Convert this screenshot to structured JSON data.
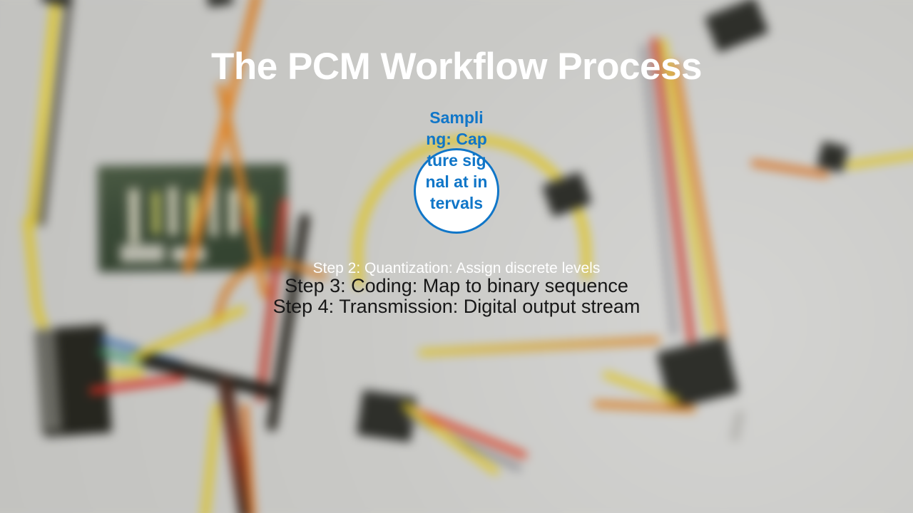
{
  "slide": {
    "title": "The PCM Workflow Process",
    "background_color": "#cbcbc9",
    "background_description": "blurred-wiring-harness-photo"
  },
  "diagram": {
    "node": {
      "label": "Sampling: Capture signal at intervals",
      "shape": "circle",
      "fill_color": "#ffffff",
      "border_color": "#1076c8",
      "text_color": "#1076c8"
    },
    "steps": [
      {
        "id": "step-2",
        "text": "Step 2: Quantization: Assign discrete levels",
        "color": "#ffffff"
      },
      {
        "id": "step-3",
        "text": "Step 3: Coding: Map to binary sequence",
        "color": "#171717"
      },
      {
        "id": "step-4",
        "text": "Step 4: Transmission: Digital output stream",
        "color": "#171717"
      }
    ]
  }
}
